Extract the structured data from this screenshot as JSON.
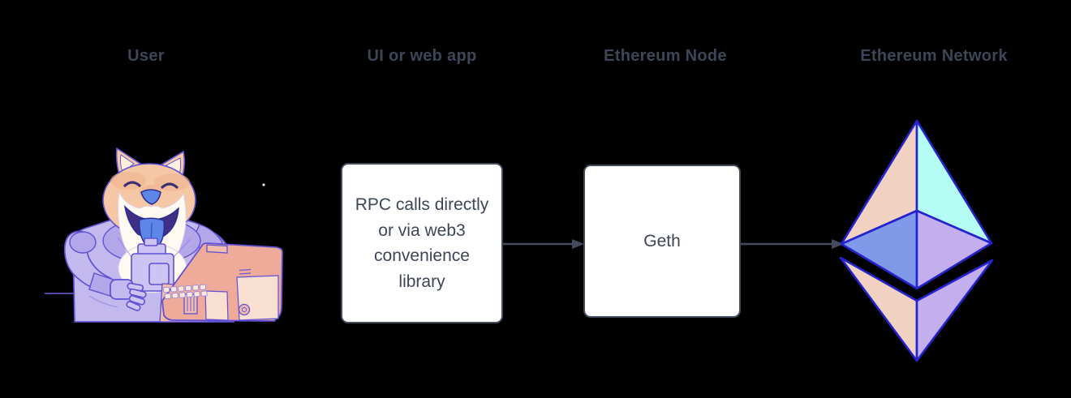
{
  "labels": {
    "user": "User",
    "webapp": "UI or web app",
    "node": "Ethereum Node",
    "network": "Ethereum Network"
  },
  "boxes": {
    "webapp": "RPC calls directly or via web3 convenience library",
    "node": "Geth"
  },
  "illustrations": {
    "user": "doge-astronaut-at-retro-computer",
    "network": "ethereum-diamond-logo"
  },
  "connections": [
    {
      "from": "webapp-box",
      "to": "geth-box",
      "style": "arrow-right"
    },
    {
      "from": "geth-box",
      "to": "ethereum-logo",
      "style": "arrow-right"
    }
  ],
  "colors": {
    "background": "#000000",
    "label_text": "#3d4656",
    "box_fill": "#ffffff",
    "box_border": "#434b5c",
    "box_text": "#3d4656",
    "arrow": "#434b5c",
    "eth_outline": "#2323cf",
    "eth_face_peach": "#f1d2c2",
    "eth_face_cyan": "#b4fcf4",
    "eth_face_blue": "#8099e8",
    "eth_face_purple": "#c3aeee",
    "doge_fur": "#f5c7a5",
    "doge_fur_shade": "#eeb08c",
    "doge_cream": "#fffaf1",
    "doge_ear_inner": "#fdf0e0",
    "suit_lavender": "#c4b9ef",
    "suit_shade": "#b3a7ea",
    "suit_pack": "#cdc4f4",
    "outline_purple": "#5f51d4",
    "computer_salmon": "#efab9a",
    "computer_mid": "#f2bcab",
    "computer_light": "#f9ded2",
    "tongue_blue": "#5d86e8"
  }
}
